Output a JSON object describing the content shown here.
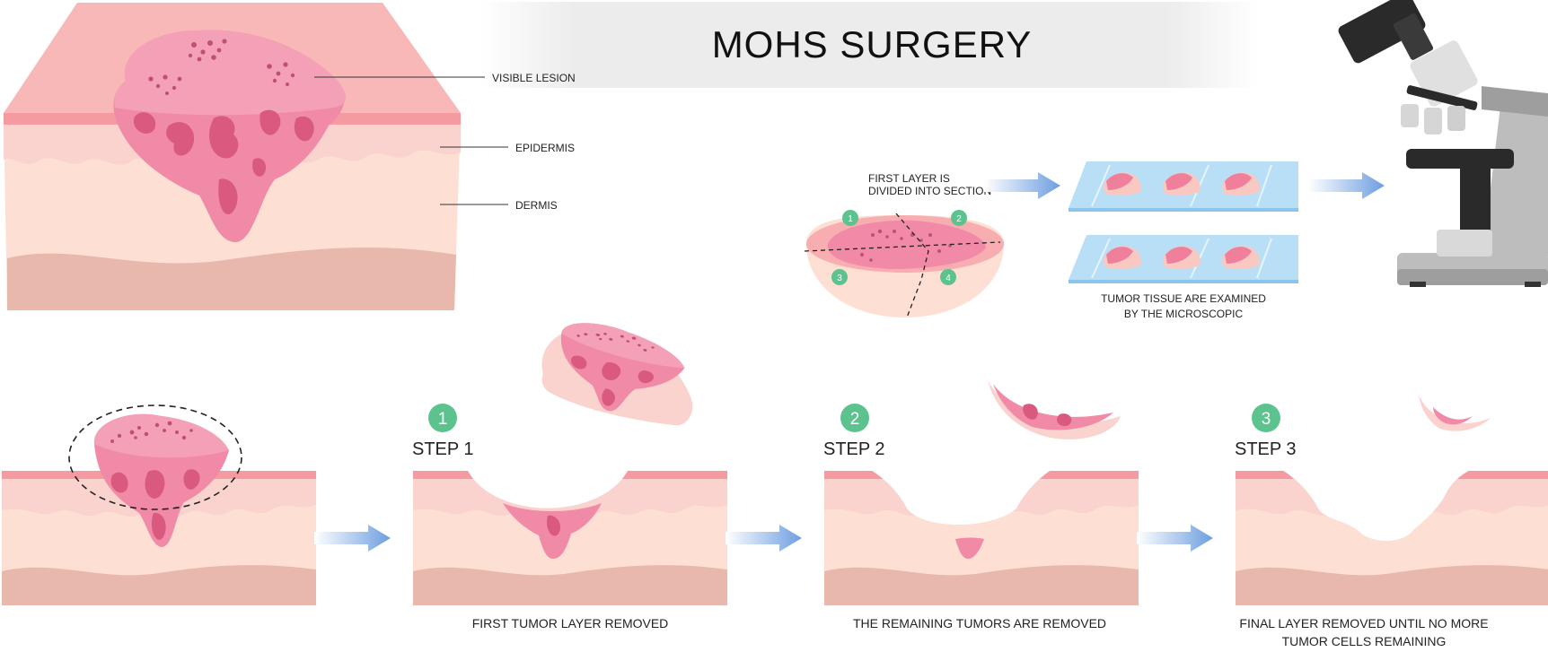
{
  "title": "MOHS SURGERY",
  "callouts": {
    "visible_lesion": "VISIBLE LESION",
    "epidermis": "EPIDERMIS",
    "dermis": "DERMIS"
  },
  "sectioning": {
    "label_line1": "FIRST LAYER IS",
    "label_line2": "DIVIDED INTO SECTION",
    "numbers": [
      "1",
      "2",
      "3",
      "4"
    ]
  },
  "microscope_caption": {
    "line1": "TUMOR TISSUE ARE EXAMINED",
    "line2": "BY THE MICROSCOPIC"
  },
  "steps": [
    {
      "number": "1",
      "label": "STEP 1",
      "caption": "FIRST TUMOR LAYER REMOVED",
      "caption_line2": ""
    },
    {
      "number": "2",
      "label": "STEP 2",
      "caption": "THE REMAINING TUMORS ARE REMOVED",
      "caption_line2": ""
    },
    {
      "number": "3",
      "label": "STEP 3",
      "caption": "FINAL LAYER REMOVED UNTIL NO MORE",
      "caption_line2": "TUMOR CELLS REMAINING"
    }
  ],
  "colors": {
    "skin_top": "#f4a3a3",
    "skin_light": "#fad2ce",
    "dermis": "#fde0d3",
    "deep": "#e7b8ab",
    "lesion": "#f08aa6",
    "lesion_dark": "#d9597f",
    "badge": "#5cc38f",
    "arrow": "#7aa6df"
  }
}
